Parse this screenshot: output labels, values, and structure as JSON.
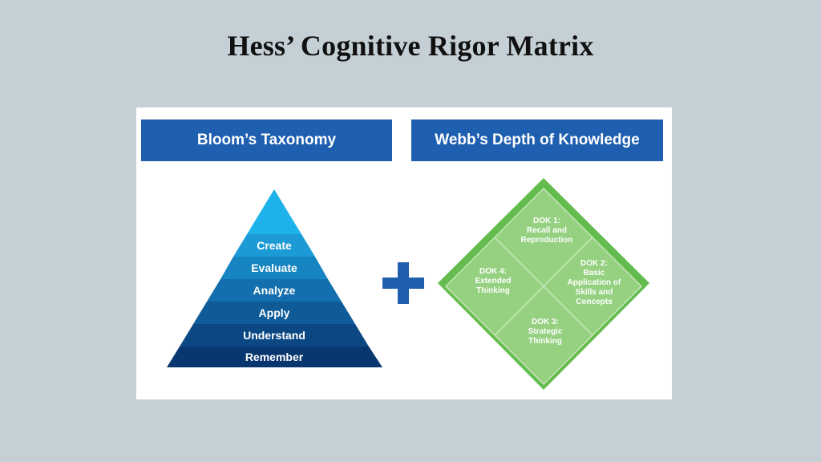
{
  "title": "Hess’ Cognitive Rigor Matrix",
  "headers": {
    "bloom": "Bloom’s Taxonomy",
    "webb": "Webb’s Depth of Knowledge"
  },
  "pyramid_levels": [
    "Create",
    "Evaluate",
    "Analyze",
    "Apply",
    "Understand",
    "Remember"
  ],
  "dok": {
    "dok1": [
      "DOK 1:",
      "Recall and",
      "Reproduction"
    ],
    "dok2": [
      "DOK 2:",
      "Basic",
      "Application of",
      "Skills and",
      "Concepts"
    ],
    "dok3": [
      "DOK 3:",
      "Strategic",
      "Thinking"
    ],
    "dok4": [
      "DOK 4:",
      "Extended",
      "Thinking"
    ]
  },
  "colors": {
    "header_blue": "#1f5faf",
    "plus_blue": "#1f5faf",
    "pyramid_tip": "#1eb2ea",
    "pyramid": [
      "#1b9ad6",
      "#1784c2",
      "#136fad",
      "#0f5b98",
      "#0b4883",
      "#08366e"
    ],
    "diamond_outer": "#64bc4f",
    "diamond_inner": "#95d180",
    "diamond_border": "#c5e7b8"
  }
}
